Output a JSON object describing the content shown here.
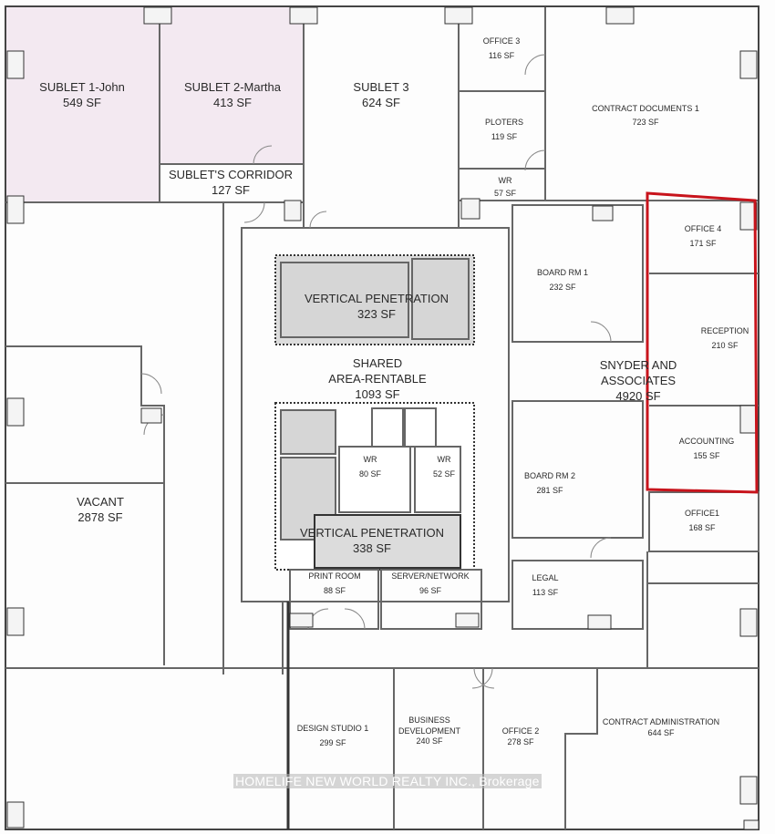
{
  "rooms": {
    "sublet1": {
      "name": "SUBLET 1-John",
      "area": "549 SF"
    },
    "sublet2": {
      "name": "SUBLET 2-Martha",
      "area": "413 SF"
    },
    "sublet3": {
      "name": "SUBLET 3",
      "area": "624 SF"
    },
    "sublet_corridor": {
      "name": "SUBLET'S CORRIDOR",
      "area": "127 SF"
    },
    "office3": {
      "name": "OFFICE 3",
      "area": "116 SF"
    },
    "ploters": {
      "name": "PLOTERS",
      "area": "119 SF"
    },
    "wr_top": {
      "name": "WR",
      "area": "57 SF"
    },
    "contract_docs": {
      "name": "CONTRACT DOCUMENTS 1",
      "area": "723 SF"
    },
    "vert_pen_1": {
      "name": "VERTICAL PENETRATION",
      "area": "323 SF"
    },
    "shared": {
      "name1": "SHARED",
      "name2": "AREA-RENTABLE",
      "area": "1093 SF"
    },
    "board_rm1": {
      "name": "BOARD RM 1",
      "area": "232 SF"
    },
    "snyder": {
      "name1": "SNYDER AND",
      "name2": "ASSOCIATES",
      "area": "4920 SF"
    },
    "office4": {
      "name": "OFFICE 4",
      "area": "171 SF"
    },
    "reception": {
      "name": "RECEPTION",
      "area": "210 SF"
    },
    "accounting": {
      "name": "ACCOUNTING",
      "area": "155 SF"
    },
    "wr_80": {
      "name": "WR",
      "area": "80 SF"
    },
    "wr_52": {
      "name": "WR",
      "area": "52 SF"
    },
    "board_rm2": {
      "name": "BOARD RM 2",
      "area": "281 SF"
    },
    "office1": {
      "name": "OFFICE1",
      "area": "168 SF"
    },
    "vacant": {
      "name": "VACANT",
      "area": "2878 SF"
    },
    "vert_pen_2": {
      "name": "VERTICAL PENETRATION",
      "area": "338 SF"
    },
    "print_room": {
      "name": "PRINT ROOM",
      "area": "88 SF"
    },
    "server": {
      "name": "SERVER/NETWORK",
      "area": "96 SF"
    },
    "legal": {
      "name": "LEGAL",
      "area": "113 SF"
    },
    "design_studio": {
      "name": "DESIGN STUDIO 1",
      "area": "299 SF"
    },
    "business_dev": {
      "name1": "BUSINESS",
      "name2": "DEVELOPMENT",
      "area": "240 SF"
    },
    "office2": {
      "name": "OFFICE 2",
      "area": "278 SF"
    },
    "contract_admin": {
      "name": "CONTRACT ADMINISTRATION",
      "area": "644 SF"
    }
  },
  "watermark": "HOMELIFE NEW WORLD REALTY INC., Brokerage",
  "colors": {
    "sublet_fill": "#f3e9f1",
    "highlight": "#c8141c",
    "penetration_fill": "#dcdcdc",
    "wall": "#555555"
  }
}
